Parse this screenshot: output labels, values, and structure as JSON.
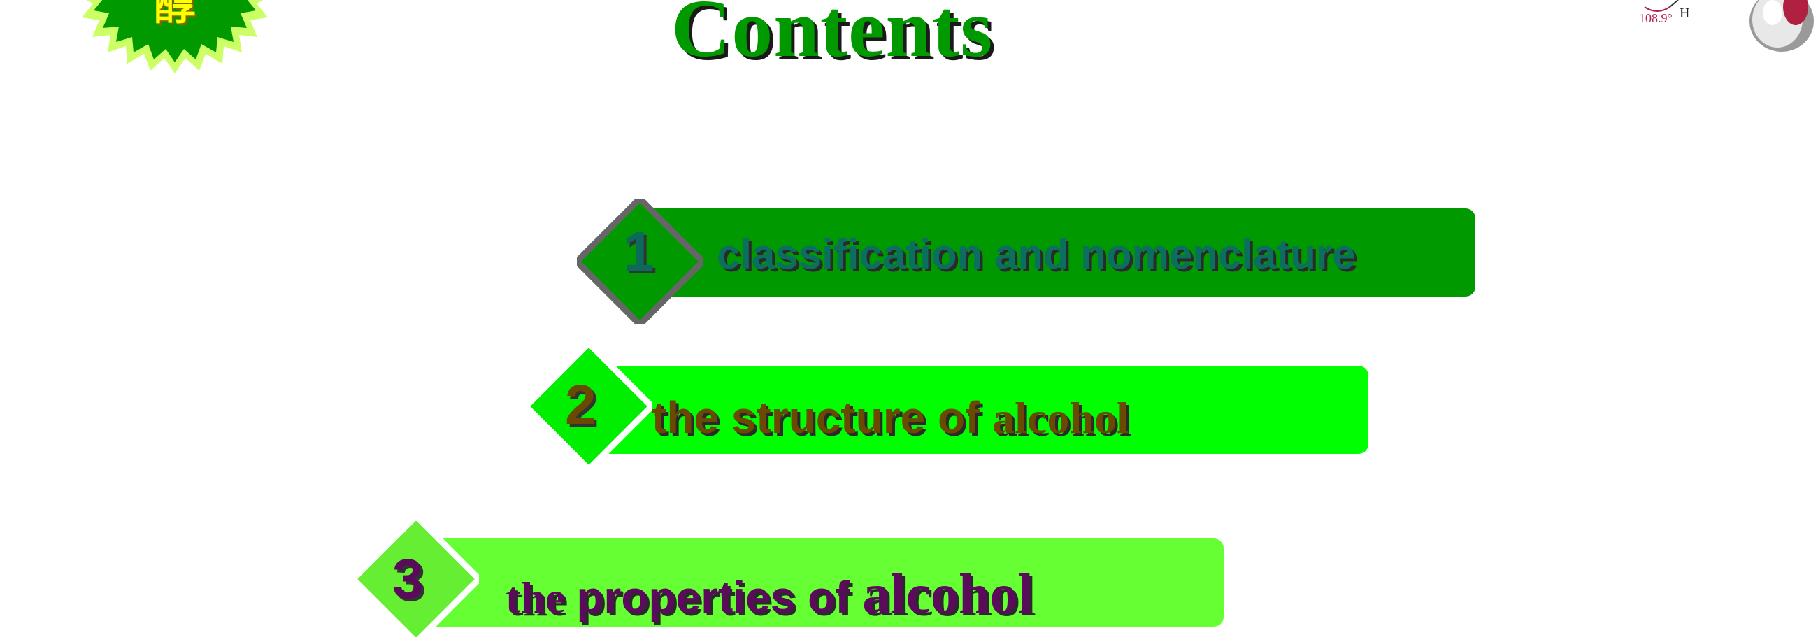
{
  "badge": {
    "label": "醇"
  },
  "title": "Contents",
  "molecule": {
    "angle_label": "108.9°",
    "atom_label": "H"
  },
  "colors": {
    "title_green": "#009900",
    "bar1": "#009900",
    "bar2": "#00ff00",
    "bar3": "#66ff33",
    "starburst": "#009900",
    "badge_text": "#ffff00"
  },
  "menu": [
    {
      "number": "1",
      "text": "classification and nomenclature"
    },
    {
      "number": "2",
      "text_sans": "the structure of ",
      "text_serif": "alcohol"
    },
    {
      "number": "3",
      "text_part1": "the ",
      "text_part2": "properties of ",
      "text_part3": "alcohol"
    }
  ]
}
